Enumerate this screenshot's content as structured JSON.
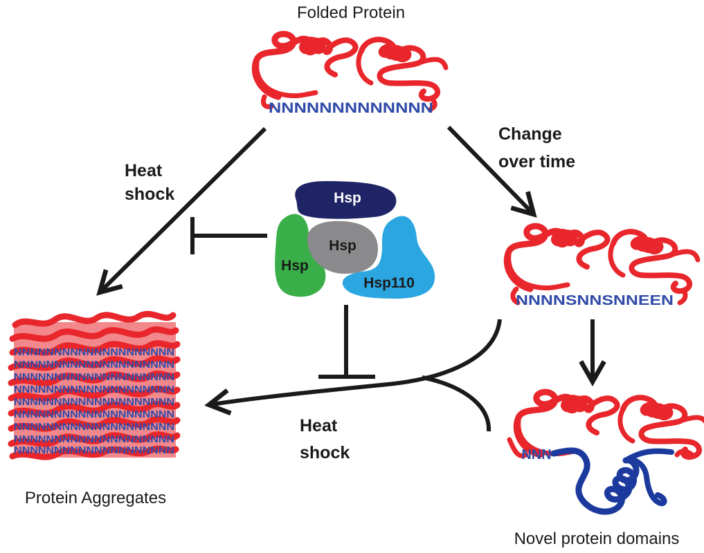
{
  "labels": {
    "folded_protein": "Folded Protein",
    "heat_shock_left_1": "Heat",
    "heat_shock_left_2": "shock",
    "change_over_time_1": "Change",
    "change_over_time_2": "over time",
    "heat_shock_bottom_1": "Heat",
    "heat_shock_bottom_2": "shock",
    "protein_aggregates": "Protein Aggregates",
    "novel_protein_domains": "Novel protein domains"
  },
  "sequences": {
    "folded": "NNNNNNNNNNNNN",
    "changed": "NNNNSNNSNNEEN",
    "novel": "NNN",
    "aggregate_row": "NNNNNNNNNNNNNNNNNNNN"
  },
  "chaperones": {
    "top": "Hsp",
    "center": "Hsp",
    "left": "Hsp",
    "right": "Hsp110"
  },
  "colors": {
    "ribbon": "#e8262b",
    "sequence": "#2f4aa8",
    "novel_domain": "#1c3a9e",
    "hsp_top": "#1f2466",
    "hsp_center": "#8a8a8c",
    "hsp_left": "#3aae48",
    "hsp_right": "#2ba6e0",
    "arrow": "#1a1a1a"
  },
  "icons": {
    "arrow": "arrow-icon",
    "inhibition": "inhibition-bar-icon"
  }
}
